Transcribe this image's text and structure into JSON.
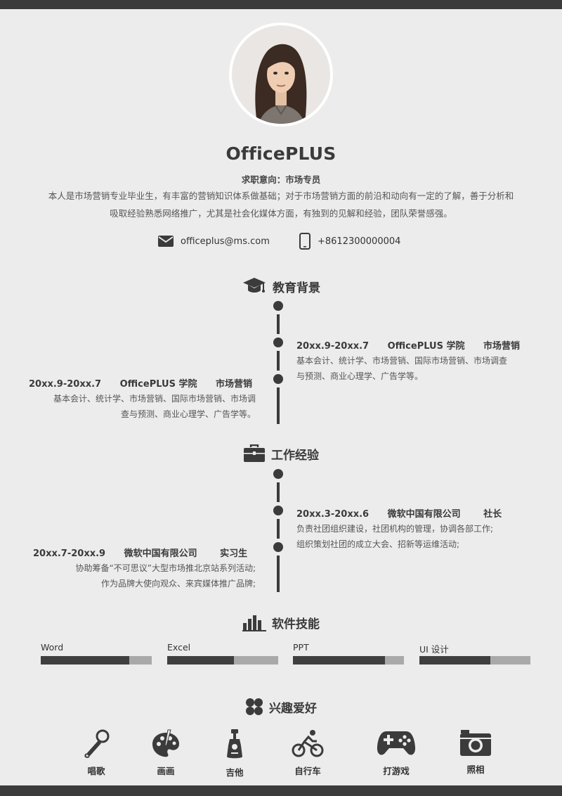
{
  "header": {
    "name": "OfficePLUS",
    "intent": "求职意向：市场专员",
    "intro_line1": "本人是市场营销专业毕业生，有丰富的营销知识体系做基础；对于市场营销方面的前沿和动向有一定的了解，善于分析和",
    "intro_line2": "吸取经验熟悉网络推广，尤其是社会化媒体方面，有独到的见解和经验，团队荣誉感强。",
    "email": "officeplus@ms.com",
    "phone": "+8612300000004"
  },
  "education": {
    "title": "教育背景",
    "entries": [
      {
        "period": "20xx.9-20xx.7",
        "school": "OfficePLUS 学院",
        "major": "市场营销",
        "desc1": "基本会计、统计学、市场营销、国际市场营销、市场调查",
        "desc2": "与预测、商业心理学、广告学等。"
      },
      {
        "period": "20xx.9-20xx.7",
        "school": "OfficePLUS 学院",
        "major": "市场营销",
        "desc1": "基本会计、统计学、市场营销、国际市场营销、市场调",
        "desc2": "查与预测、商业心理学、广告学等。"
      }
    ]
  },
  "work": {
    "title": "工作经验",
    "entries": [
      {
        "period": "20xx.3-20xx.6",
        "company": "微软中国有限公司",
        "role": "社长",
        "desc1": "负责社团组织建设，社团机构的管理，协调各部工作;",
        "desc2": "组织策划社团的成立大会、招新等运维活动;"
      },
      {
        "period": "20xx.7-20xx.9",
        "company": "微软中国有限公司",
        "role": "实习生",
        "desc1": "协助筹备“不可思议”大型市场推北京站系列活动;",
        "desc2": "作为品牌大使向观众、来宾媒体推广品牌;"
      }
    ]
  },
  "skills": {
    "title": "软件技能",
    "items": [
      {
        "label": "Word",
        "level": 0.8
      },
      {
        "label": "Excel",
        "level": 0.6
      },
      {
        "label": "PPT",
        "level": 0.83
      },
      {
        "label": "UI 设计",
        "level": 0.64
      }
    ]
  },
  "hobbies": {
    "title": "兴趣爱好",
    "items": [
      {
        "label": "唱歌",
        "icon": "microphone-icon"
      },
      {
        "label": "画画",
        "icon": "palette-icon"
      },
      {
        "label": "吉他",
        "icon": "guitar-icon"
      },
      {
        "label": "自行车",
        "icon": "bicycle-icon"
      },
      {
        "label": "打游戏",
        "icon": "gamepad-icon"
      },
      {
        "label": "照相",
        "icon": "camera-icon"
      }
    ]
  },
  "colors": {
    "dark": "#3b3b3b",
    "background": "#ececec",
    "bar_track": "#a9a9a9"
  }
}
